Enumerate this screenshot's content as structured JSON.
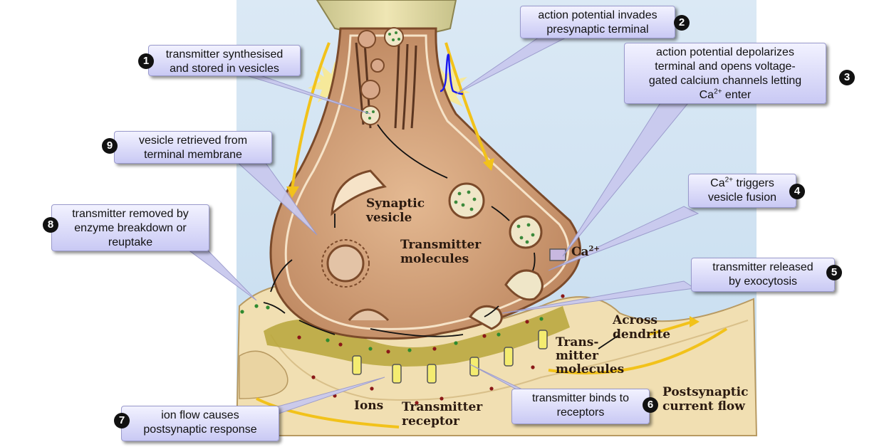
{
  "steps": [
    {
      "num": "1",
      "lines": [
        "transmitter synthesised",
        "and stored in vesicles"
      ]
    },
    {
      "num": "2",
      "lines": [
        "action potential invades",
        "presynaptic terminal"
      ]
    },
    {
      "num": "3",
      "lines": [
        "action potential depolarizes",
        "terminal and opens voltage-",
        "gated calcium channels letting"
      ],
      "last_pre": "Ca",
      "last_sup": "2+",
      "last_post": " enter"
    },
    {
      "num": "4",
      "pre": "Ca",
      "sup": "2+",
      "post": " triggers",
      "line2": "vesicle fusion"
    },
    {
      "num": "5",
      "lines": [
        "transmitter released",
        "by exocytosis"
      ]
    },
    {
      "num": "6",
      "lines": [
        "transmitter binds to",
        "receptors"
      ]
    },
    {
      "num": "7",
      "lines": [
        "ion flow causes",
        "postsynaptic response"
      ]
    },
    {
      "num": "8",
      "lines": [
        "transmitter removed by",
        "enzyme breakdown or",
        "reuptake"
      ]
    },
    {
      "num": "9",
      "lines": [
        "vesicle retrieved from",
        "terminal membrane"
      ]
    }
  ],
  "labels": {
    "synaptic_vesicle": [
      "Synaptic",
      "vesicle"
    ],
    "transmitter_molecules": [
      "Transmitter",
      "molecules"
    ],
    "ca": {
      "base": "Ca",
      "sup": "2+"
    },
    "trans_mitter": [
      "Trans-",
      "mitter",
      "molecules"
    ],
    "across_dendrite": [
      "Across",
      "dendrite"
    ],
    "postsynaptic_flow": [
      "Postsynaptic",
      "current flow"
    ],
    "ions": "Ions",
    "transmitter_receptor": [
      "Transmitter",
      "receptor"
    ]
  },
  "colors": {
    "terminal": "#d4a27c",
    "terminal_dark": "#8a5a3a",
    "dendrite": "#f3dfb0",
    "cleft": "#a99a2a",
    "background_sky": "#cfe3f2",
    "arrow_yellow": "#f2c21a",
    "callout_fill": "#c9c9f4",
    "spike": "#1a1aee"
  }
}
